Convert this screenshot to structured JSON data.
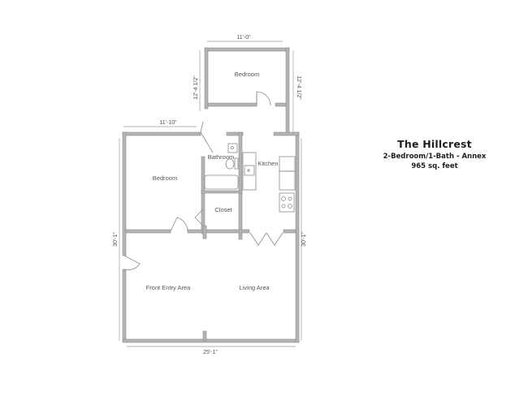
{
  "plan": {
    "title": "The Hillcrest",
    "subtitle": "2-Bedroom/1-Bath - Annex",
    "area": "965 sq. feet",
    "rooms": {
      "bedroom_upper": "Bedroom",
      "bedroom_left": "Bedroom",
      "bathroom": "Bathroom",
      "kitchen": "Kitchen",
      "closet": "Closet",
      "front_entry": "Front Entry Area",
      "living": "Living Area"
    },
    "dimensions": {
      "upper_bedroom_width": "11'-0\"",
      "upper_bedroom_depth_left": "12'-4 1/2\"",
      "upper_bedroom_depth_right": "12'-4 1/2\"",
      "left_bedroom_width": "11'-10\"",
      "overall_depth_left": "30'-1\"",
      "overall_depth_right": "30'-1\"",
      "overall_width": "25'-1\""
    },
    "colors": {
      "wall": "#b4b4b4",
      "text": "#1e1e1e"
    }
  }
}
